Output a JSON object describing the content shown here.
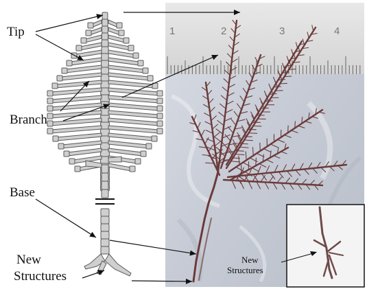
{
  "labels": {
    "tip": "Tip",
    "branch": "Branch",
    "base": "Base",
    "new_structures_line1": "New",
    "new_structures_line2": "Structures",
    "inset_line1": "New",
    "inset_line2": "Structures"
  },
  "ruler": {
    "numbers": [
      "1",
      "2",
      "3",
      "4"
    ]
  },
  "colors": {
    "segment_fill": "#cfcfcf",
    "segment_stroke": "#5a5a5a",
    "algae": "#6b3a3a",
    "photo_bg": "#c7ccd6"
  }
}
